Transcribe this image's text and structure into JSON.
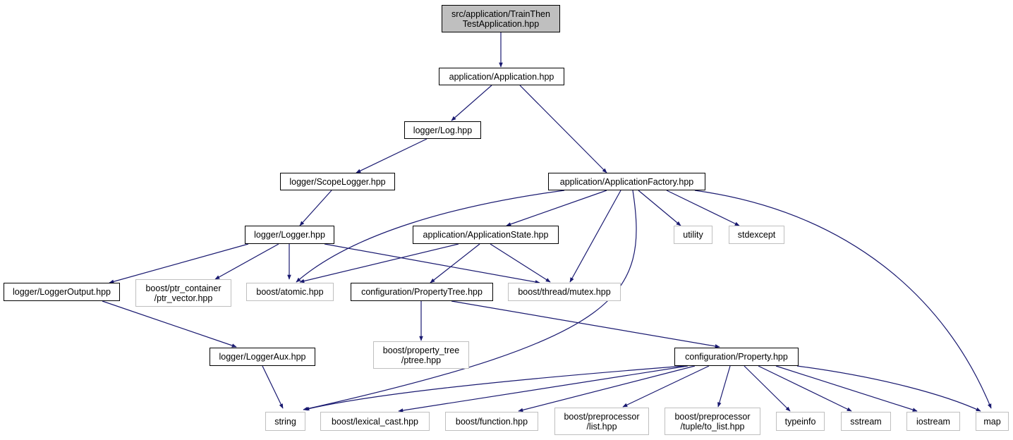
{
  "colors": {
    "edge": "#191970",
    "node_border": "#000000",
    "external_border": "#bfbfbf",
    "root_fill": "#bfbfbf"
  },
  "nodes": {
    "root": "src/application/TrainThen\nTestApplication.hpp",
    "application": "application/Application.hpp",
    "log": "logger/Log.hpp",
    "factory": "application/ApplicationFactory.hpp",
    "scopelogger": "logger/ScopeLogger.hpp",
    "logger": "logger/Logger.hpp",
    "appstate": "application/ApplicationState.hpp",
    "utility": "utility",
    "stdexcept": "stdexcept",
    "loggeroutput": "logger/LoggerOutput.hpp",
    "ptrvector": "boost/ptr_container\n/ptr_vector.hpp",
    "atomic": "boost/atomic.hpp",
    "proptree": "configuration/PropertyTree.hpp",
    "mutex": "boost/thread/mutex.hpp",
    "ptree": "boost/property_tree\n/ptree.hpp",
    "loggeraux": "logger/LoggerAux.hpp",
    "property": "configuration/Property.hpp",
    "string": "string",
    "lexical": "boost/lexical_cast.hpp",
    "function": "boost/function.hpp",
    "pplist": "boost/preprocessor\n/list.hpp",
    "pptolist": "boost/preprocessor\n/tuple/to_list.hpp",
    "typeinfo": "typeinfo",
    "sstream": "sstream",
    "iostream": "iostream",
    "map": "map"
  }
}
